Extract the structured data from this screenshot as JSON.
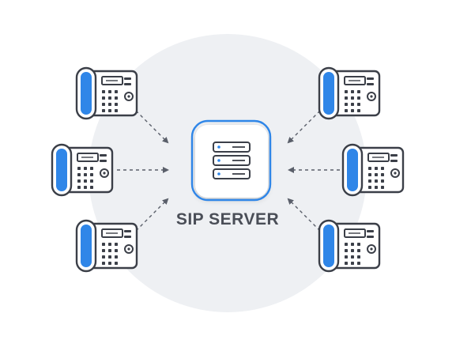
{
  "server": {
    "label": "SIP SERVER",
    "icon": "server-rack-icon"
  },
  "phones": [
    {
      "side": "left",
      "row": "top",
      "icon": "desk-phone-icon"
    },
    {
      "side": "left",
      "row": "middle",
      "icon": "desk-phone-icon"
    },
    {
      "side": "left",
      "row": "bottom",
      "icon": "desk-phone-icon"
    },
    {
      "side": "right",
      "row": "top",
      "icon": "desk-phone-icon"
    },
    {
      "side": "right",
      "row": "middle",
      "icon": "desk-phone-icon"
    },
    {
      "side": "right",
      "row": "bottom",
      "icon": "desk-phone-icon"
    }
  ],
  "colors": {
    "accent": "#2f86e8",
    "outline": "#3b3f48",
    "backdrop": "#eef0f3",
    "arrow": "#5a5f6a",
    "label": "#4a4e57"
  }
}
